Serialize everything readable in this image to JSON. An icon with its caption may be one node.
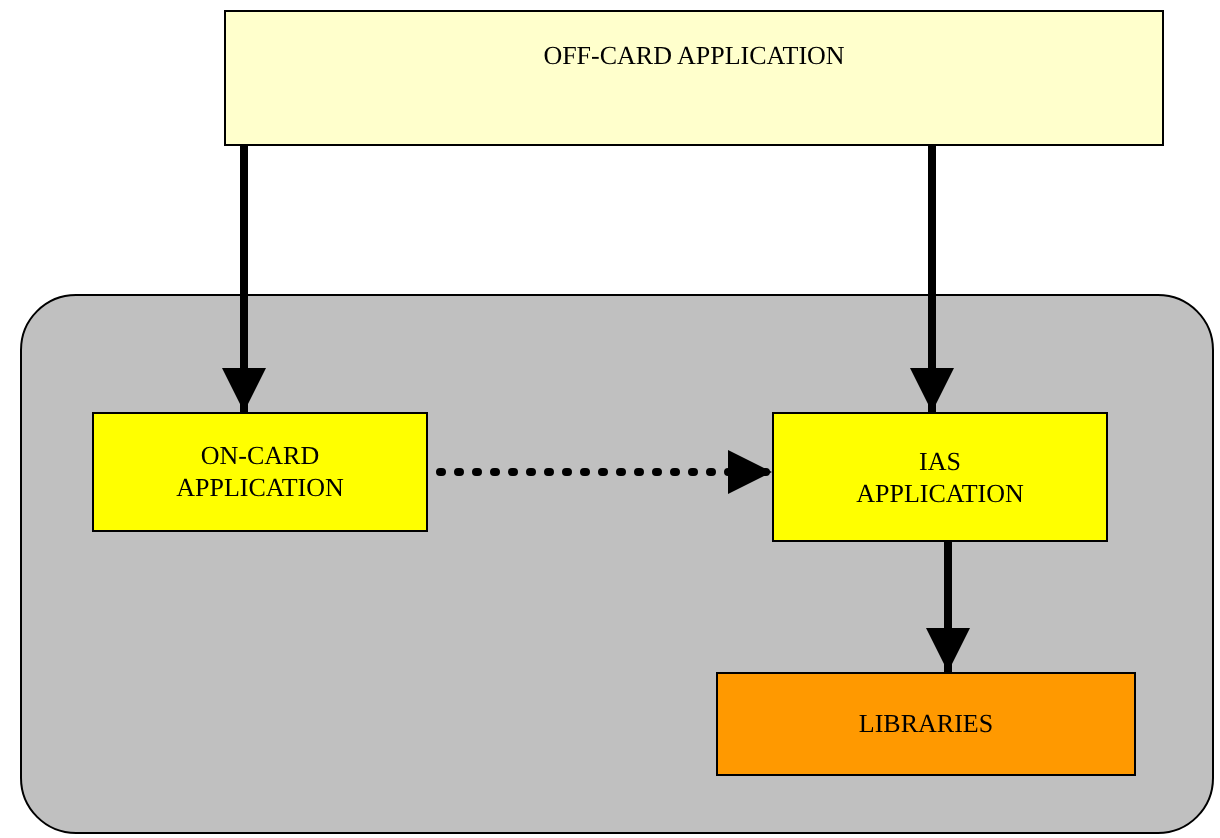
{
  "diagram": {
    "nodes": [
      {
        "text": [
          "OFF-CARD APPLICATION"
        ]
      },
      {
        "text": [],
        "shape": "box"
      },
      {
        "text": [
          "ON-CARD APPLICATION"
        ],
        "in": 1
      },
      {
        "text": [
          "IAS APPLICATION"
        ],
        "in": 1
      },
      {
        "text": [
          "LIBRARIES"
        ],
        "in": 1
      }
    ],
    "edges": [
      {
        "from": 0,
        "to": 2,
        "arrow": "to"
      },
      {
        "from": 0,
        "to": 3,
        "arrow": "to"
      },
      {
        "from": 2,
        "to": 3,
        "arrow": "to",
        "style": "dashed"
      },
      {
        "from": 3,
        "to": 4,
        "arrow": "to"
      }
    ]
  }
}
